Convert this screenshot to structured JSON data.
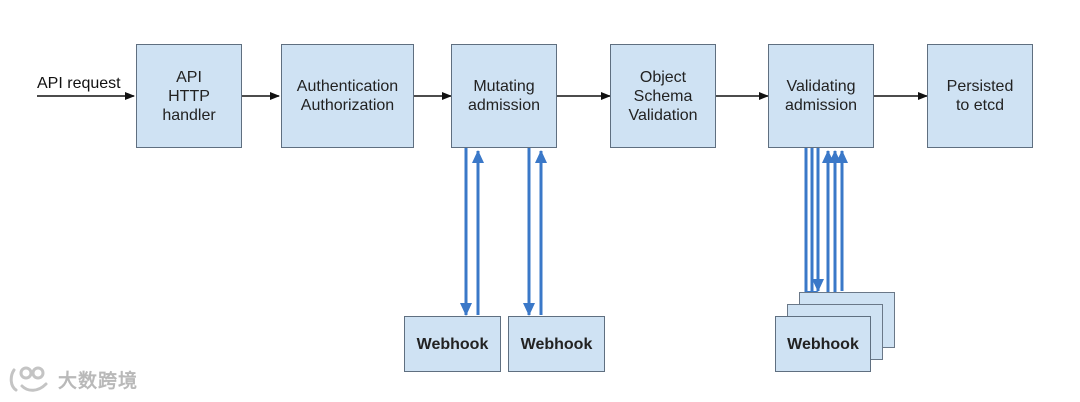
{
  "request_label": "API request",
  "stages": {
    "api_http_handler": "API\nHTTP\nhandler",
    "authn_authz": "Authentication\nAuthorization",
    "mutating": "Mutating\nadmission",
    "schema_validation": "Object\nSchema\nValidation",
    "validating": "Validating\nadmission",
    "persisted": "Persisted\nto etcd"
  },
  "webhooks": {
    "mutating_1": "Webhook",
    "mutating_2": "Webhook",
    "validating": "Webhook"
  },
  "watermark": "大数跨境",
  "colors": {
    "box_fill": "#cfe2f3",
    "box_border": "#5f6f80",
    "arrow_black": "#111111",
    "arrow_blue": "#3a78c8"
  }
}
